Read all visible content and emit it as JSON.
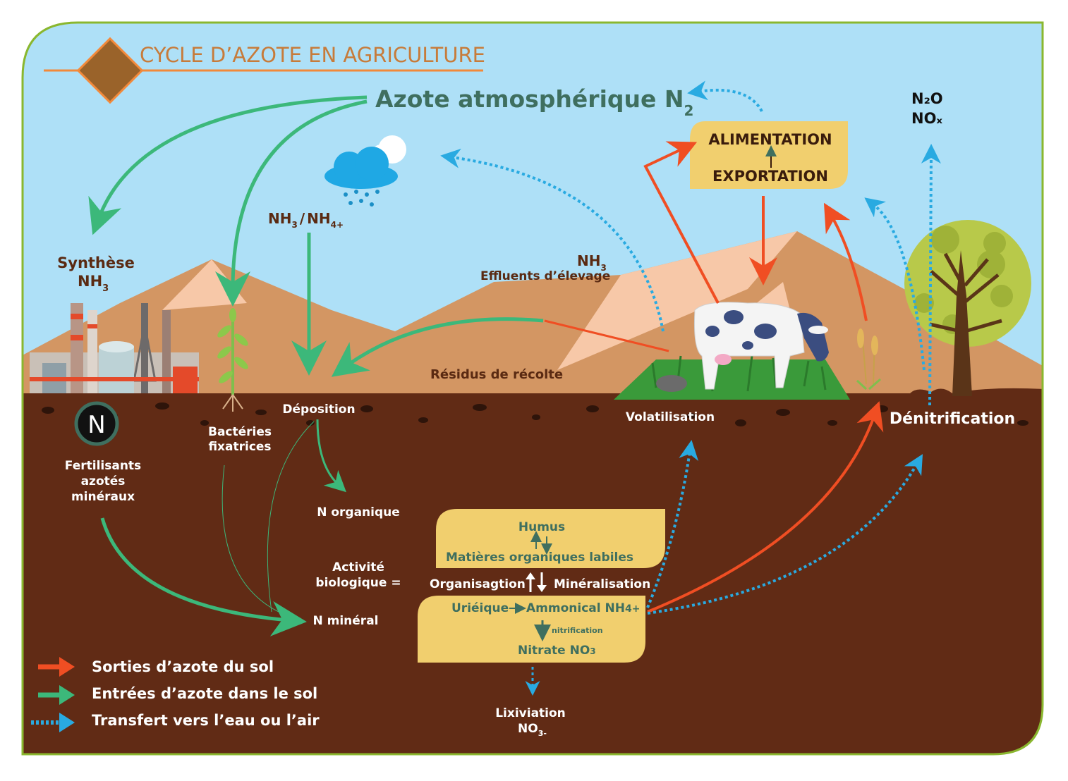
{
  "title": "CYCLE D’AZOTE EN AGRICULTURE",
  "atmosphere": {
    "label": "Azote atmosphérique N",
    "sub": "2"
  },
  "gases": {
    "n2o": "N₂O",
    "nox": "NOₓ"
  },
  "synthese": {
    "line1": "Synthèse",
    "nh": "NH",
    "sub": "3"
  },
  "rain_label": {
    "nh3": "NH",
    "sub3": "3",
    "slash": "/",
    "nh4": "NH",
    "sub4": "4+"
  },
  "effluents": {
    "nh3": "NH",
    "sub": "3",
    "label": "Effluents d’élevage"
  },
  "alimentation": {
    "top": "ALIMENTATION",
    "bottom": "EXPORTATION"
  },
  "residus": "Résidus de récolte",
  "soil": {
    "n_symbol": "N",
    "fertilisants": [
      "Fertilisants",
      "azotés",
      "minéraux"
    ],
    "bacteries": [
      "Bactéries",
      "fixatrices"
    ],
    "deposition": "Déposition",
    "volatilisation": "Volatilisation",
    "denitrification": "Dénitrification",
    "n_organique": "N organique",
    "activite": [
      "Activité",
      "biologique ="
    ],
    "n_mineral": "N minéral",
    "organisation": "Organisagtion",
    "mineralisation": "Minéralisation",
    "lixiviation": {
      "line1": "Lixiviation",
      "no": "NO",
      "sub": "3-"
    }
  },
  "box_humus": {
    "top": "Humus",
    "bottom": "Matières organiques labiles"
  },
  "box_mineral": {
    "urieique": "Uriéique",
    "ammonical": "Ammonical NH",
    "ammonical_sub": "4+",
    "nitrification": "nitrification",
    "nitrate": "Nitrate NO",
    "nitrate_sub": "3"
  },
  "legend": [
    {
      "label": "Sorties d’azote du sol",
      "color": "#f04e23"
    },
    {
      "label": "Entrées d’azote dans le sol",
      "color": "#3cb87a"
    },
    {
      "label": "Transfert vers l’eau ou l’air",
      "color": "#29aae1"
    }
  ],
  "colors": {
    "sky": "#aee0f7",
    "soil": "#612b15",
    "mountain": "#d39663",
    "frame": "#8ab72f",
    "box": "#f1cf6e",
    "out_arrow": "#f04e23",
    "in_arrow": "#3cb87a",
    "transfer_arrow": "#29aae1",
    "title": "#c77b3a"
  }
}
